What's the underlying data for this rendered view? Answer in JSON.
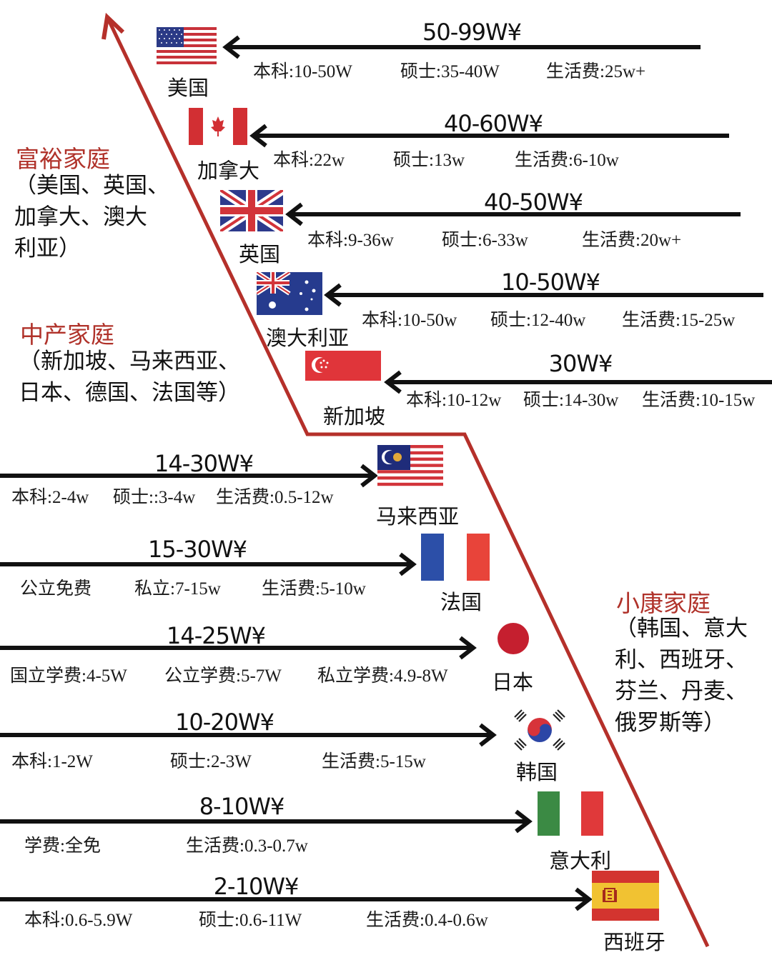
{
  "tiers": [
    {
      "title": "富裕家庭",
      "desc_lines": [
        "（美国、英国、",
        "加拿大、澳大",
        "利亚）"
      ],
      "color": "#b0322a"
    },
    {
      "title": "中产家庭",
      "desc_lines": [
        "（新加坡、马来西亚、",
        "日本、德国、法国等）"
      ],
      "color": "#b0322a"
    },
    {
      "title": "小康家庭",
      "desc_lines": [
        "（韩国、意大",
        "利、西班牙、",
        "芬兰、丹麦、",
        "俄罗斯等）"
      ],
      "color": "#b0322a"
    }
  ],
  "countries": [
    {
      "name": "美国",
      "flag": "us-flag-icon",
      "total": "50-99W¥",
      "details": [
        "本科:10-50W",
        "硕士:35-40W",
        "生活费:25w+"
      ]
    },
    {
      "name": "加拿大",
      "flag": "canada-flag-icon",
      "total": "40-60W¥",
      "details": [
        "本科:22w",
        "硕士:13w",
        "生活费:6-10w"
      ]
    },
    {
      "name": "英国",
      "flag": "uk-flag-icon",
      "total": "40-50W¥",
      "details": [
        "本科:9-36w",
        "硕士:6-33w",
        "生活费:20w+"
      ]
    },
    {
      "name": "澳大利亚",
      "flag": "australia-flag-icon",
      "total": "10-50W¥",
      "details": [
        "本科:10-50w",
        "硕士:12-40w",
        "生活费:15-25w"
      ]
    },
    {
      "name": "新加坡",
      "flag": "singapore-flag-icon",
      "total": "30W¥",
      "details": [
        "本科:10-12w",
        "硕士:14-30w",
        "生活费:10-15w"
      ]
    },
    {
      "name": "马来西亚",
      "flag": "malaysia-flag-icon",
      "total": "14-30W¥",
      "details": [
        "本科:2-4w",
        "硕士::3-4w",
        "生活费:0.5-12w"
      ]
    },
    {
      "name": "法国",
      "flag": "france-flag-icon",
      "total": "15-30W¥",
      "details": [
        "公立免费",
        "私立:7-15w",
        "生活费:5-10w"
      ]
    },
    {
      "name": "日本",
      "flag": "japan-flag-icon",
      "total": "14-25W¥",
      "details": [
        "国立学费:4-5W",
        "公立学费:5-7W",
        "私立学费:4.9-8W"
      ]
    },
    {
      "name": "韩国",
      "flag": "korea-flag-icon",
      "total": "10-20W¥",
      "details": [
        "本科:1-2W",
        "硕士:2-3W",
        "生活费:5-15w"
      ]
    },
    {
      "name": "意大利",
      "flag": "italy-flag-icon",
      "total": "8-10W¥",
      "details": [
        "学费:全免",
        "生活费:0.3-0.7w"
      ]
    },
    {
      "name": "西班牙",
      "flag": "spain-flag-icon",
      "total": "2-10W¥",
      "details": [
        "本科:0.6-5.9W",
        "硕士:0.6-11W",
        "生活费:0.4-0.6w"
      ]
    }
  ],
  "colors": {
    "divider_line": "#b5302a",
    "arrow": "#111111"
  }
}
